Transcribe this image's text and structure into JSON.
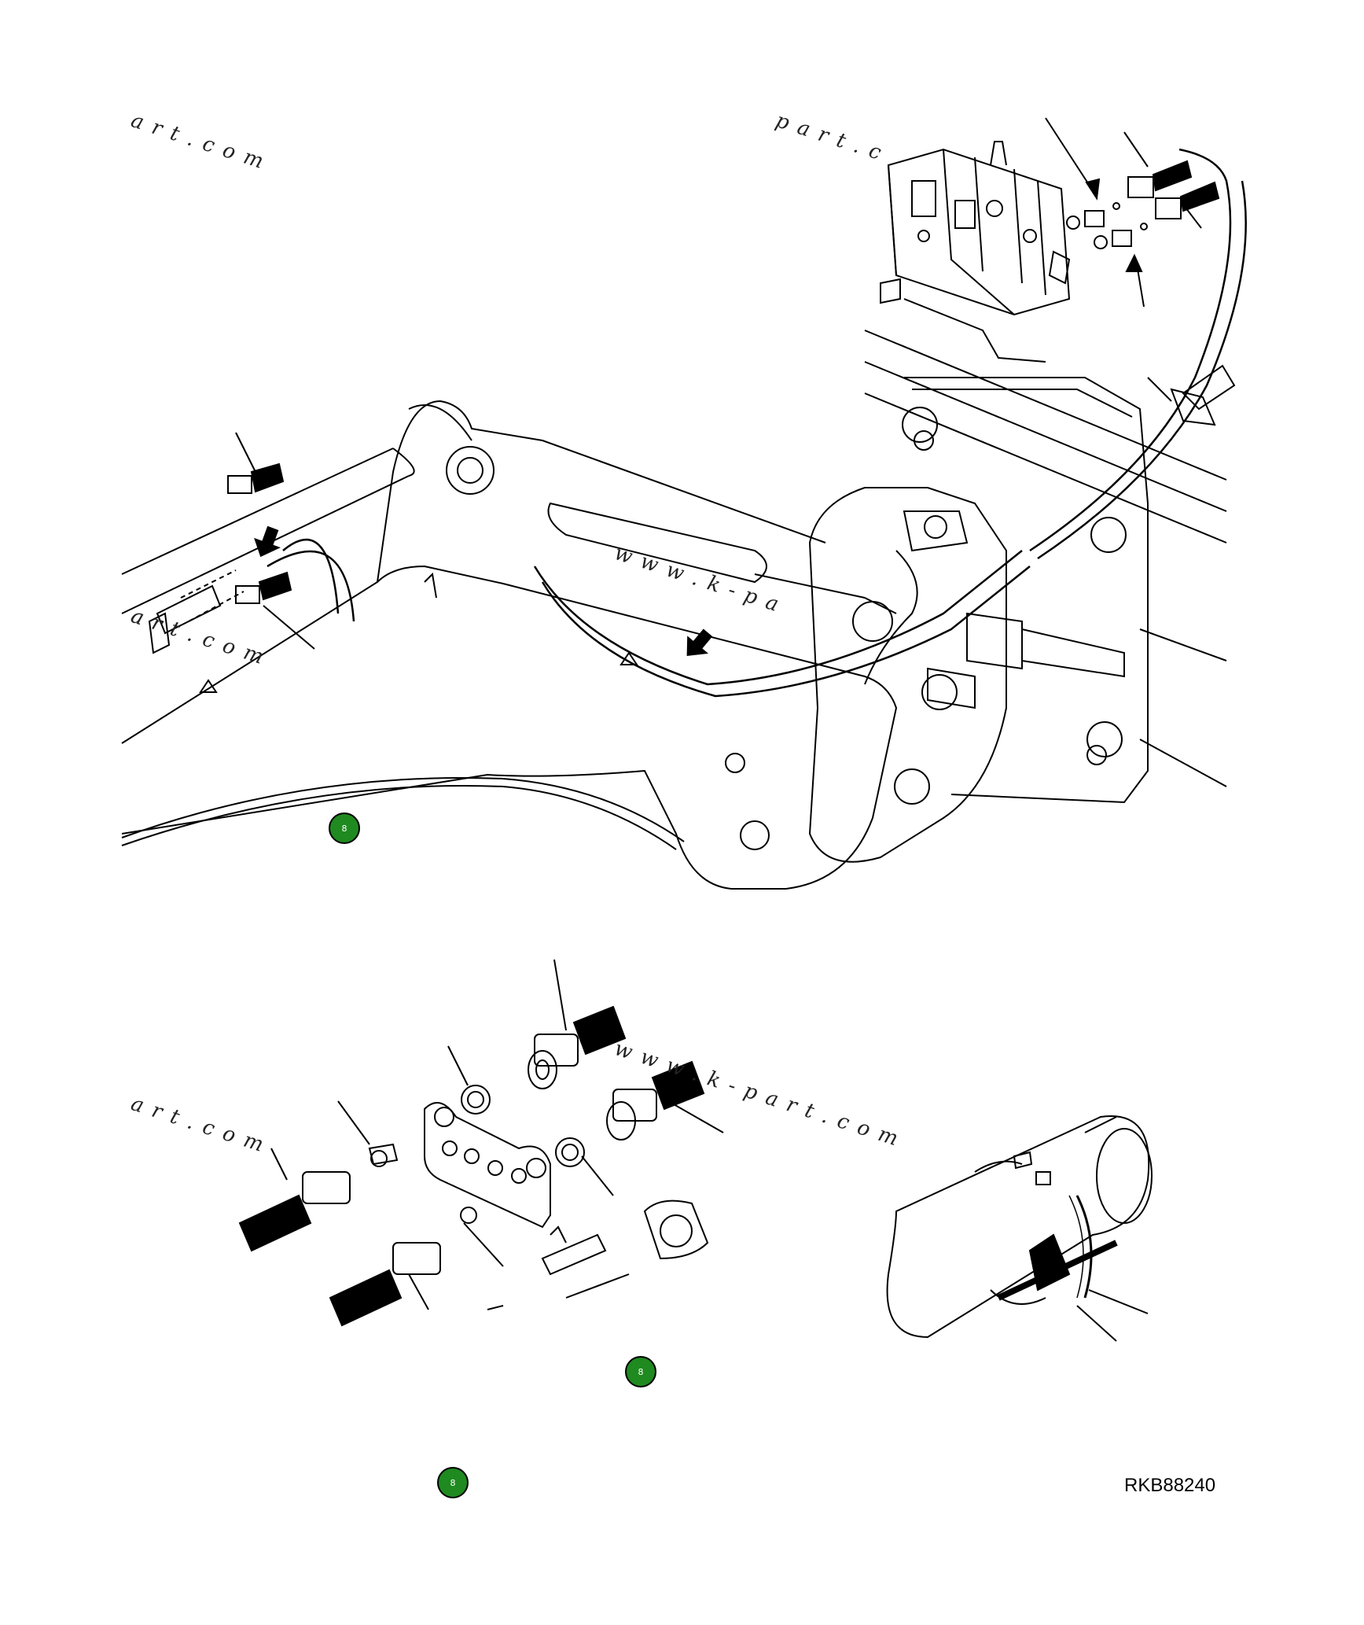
{
  "drawing": {
    "code": "RKB88240"
  },
  "watermark": {
    "fragments": [
      "a r t . c o m",
      "p a r t . c",
      "w w w . k - p a",
      "a r t . c o m",
      "w w w . k - p a r t . c o m",
      "a r t . c o m",
      "a"
    ]
  },
  "badges": [
    {
      "label": "8",
      "color": "#1f8a1f"
    },
    {
      "label": "8",
      "color": "#1f8a1f"
    },
    {
      "label": "8",
      "color": "#1f8a1f"
    }
  ],
  "colors": {
    "line": "#000000",
    "background": "#ffffff",
    "badge": "#1f8a1f"
  }
}
